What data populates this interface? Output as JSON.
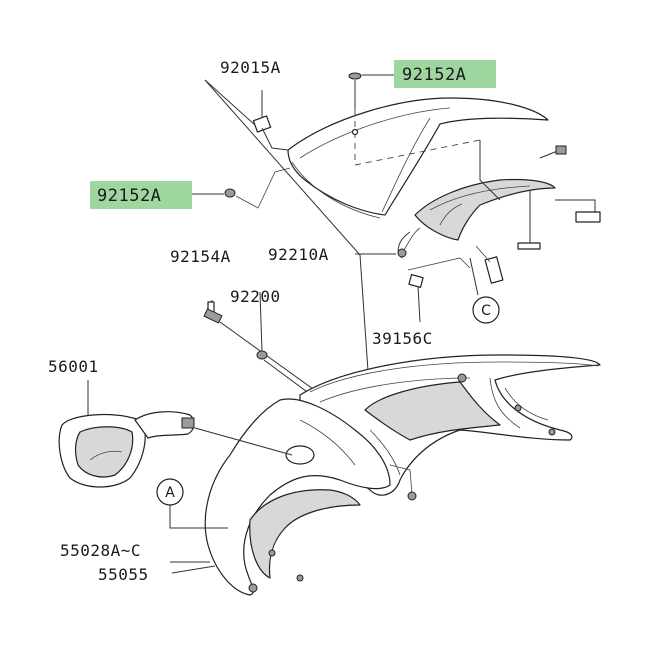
{
  "colors": {
    "highlight": "#9fd6a0",
    "line": "#222222",
    "shade": "#d8d8d8"
  },
  "labels": {
    "l92015A": "92015A",
    "l92152A_top": "92152A",
    "l92152A_left": "92152A",
    "l92154A": "92154A",
    "l92210A": "92210A",
    "l92200": "92200",
    "l39156C": "39156C",
    "l56001": "56001",
    "l55028": "55028A~C",
    "l55055": "55055"
  },
  "callouts": {
    "c": "C",
    "a": "A"
  }
}
